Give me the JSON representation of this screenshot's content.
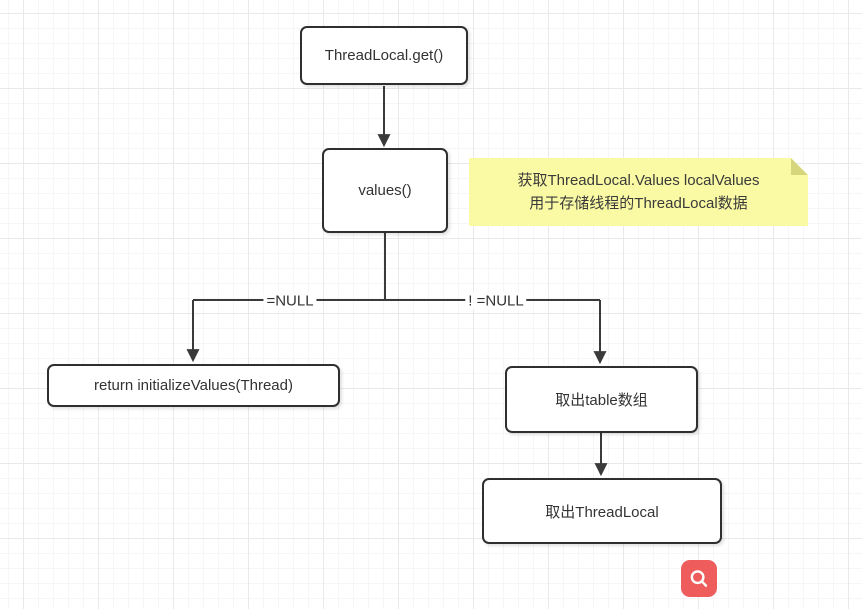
{
  "canvas": {
    "background": "#ffffff",
    "grid_minor_color": "#f6f6f6",
    "grid_major_color": "#e9e9e9"
  },
  "flowchart": {
    "stroke_color": "#3a3a3a",
    "node_border_color": "#2f2f2f",
    "node_fill": "#ffffff",
    "nodes": [
      {
        "id": "threadlocal-get",
        "label": "ThreadLocal.get()"
      },
      {
        "id": "values",
        "label": "values()"
      },
      {
        "id": "return-initialize-values",
        "label": "return initializeValues(Thread)"
      },
      {
        "id": "take-table-array",
        "label": "取出table数组"
      },
      {
        "id": "take-threadlocal",
        "label": "取出ThreadLocal"
      }
    ],
    "edge_labels": [
      {
        "id": "null-branch",
        "label": "=NULL"
      },
      {
        "id": "not-null-branch",
        "label": "! =NULL"
      }
    ],
    "note": {
      "background": "#fafaa5",
      "fold_color": "#d6d67d",
      "lines": [
        "获取ThreadLocal.Values localValues",
        "用于存储线程的ThreadLocal数据"
      ]
    }
  },
  "controls": {
    "zoom_button": {
      "icon": "magnifier",
      "color": "#ee5c5c"
    }
  }
}
